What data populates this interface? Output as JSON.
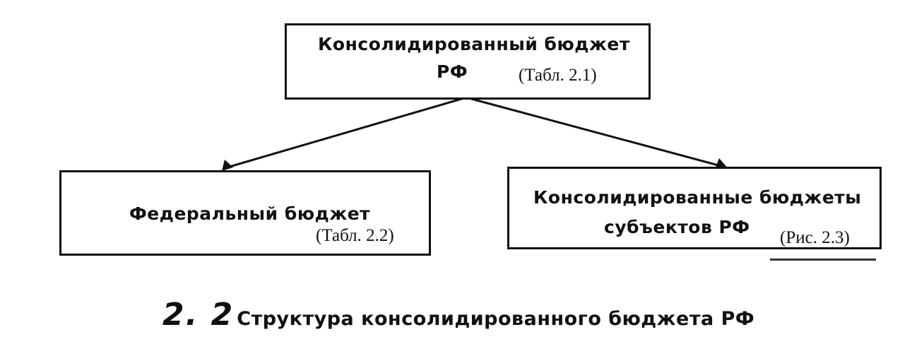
{
  "diagram": {
    "root": {
      "line1": "Консолидированный бюджет",
      "line2": "РФ",
      "ref": "(Табл. 2.1)"
    },
    "children": [
      {
        "line1": "Федеральный бюджет",
        "ref": "(Табл. 2.2)"
      },
      {
        "line1": "Консолидированные бюджеты",
        "line2": "субъектов РФ",
        "ref": "(Рис. 2.3)"
      }
    ],
    "caption": {
      "number": "2. 2",
      "text": "Структура консолидированного бюджета РФ"
    }
  },
  "colors": {
    "ink": "#111111",
    "background": "#ffffff"
  }
}
